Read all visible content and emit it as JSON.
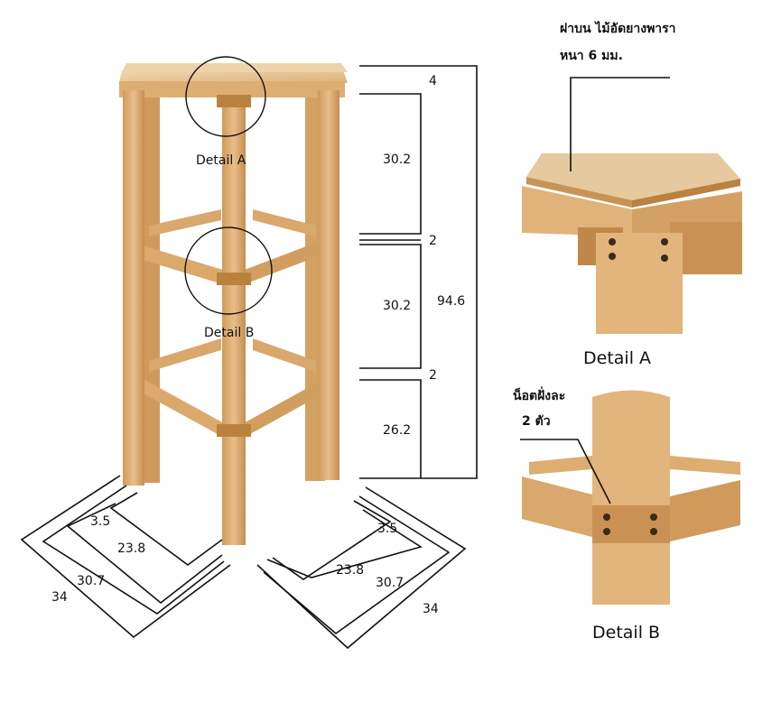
{
  "colors": {
    "wood_light": "#e9c28f",
    "wood_mid": "#d9a668",
    "wood_dark": "#b9823f",
    "line": "#111111"
  },
  "callouts": {
    "detail_a_circle": "Detail A",
    "detail_b_circle": "Detail B",
    "detail_a_title": "Detail A",
    "detail_b_title": "Detail B",
    "top_material_line1": "ฝาบน ไม้อัดยางพารา",
    "top_material_line2": "หนา 6 มม.",
    "bolt_note_line1": "น็อตฝั่งละ",
    "bolt_note_line2": "2 ตัว"
  },
  "height_dims": {
    "top_thickness": "4",
    "section_1": "30.2",
    "rail_1": "2",
    "section_2": "30.2",
    "rail_2": "2",
    "section_3": "26.2",
    "total": "94.6"
  },
  "base_dims": {
    "left": {
      "leg": "3.5",
      "inner": "23.8",
      "middle": "30.7",
      "outer": "34"
    },
    "right": {
      "leg": "3.5",
      "inner": "23.8",
      "middle": "30.7",
      "outer": "34"
    }
  }
}
